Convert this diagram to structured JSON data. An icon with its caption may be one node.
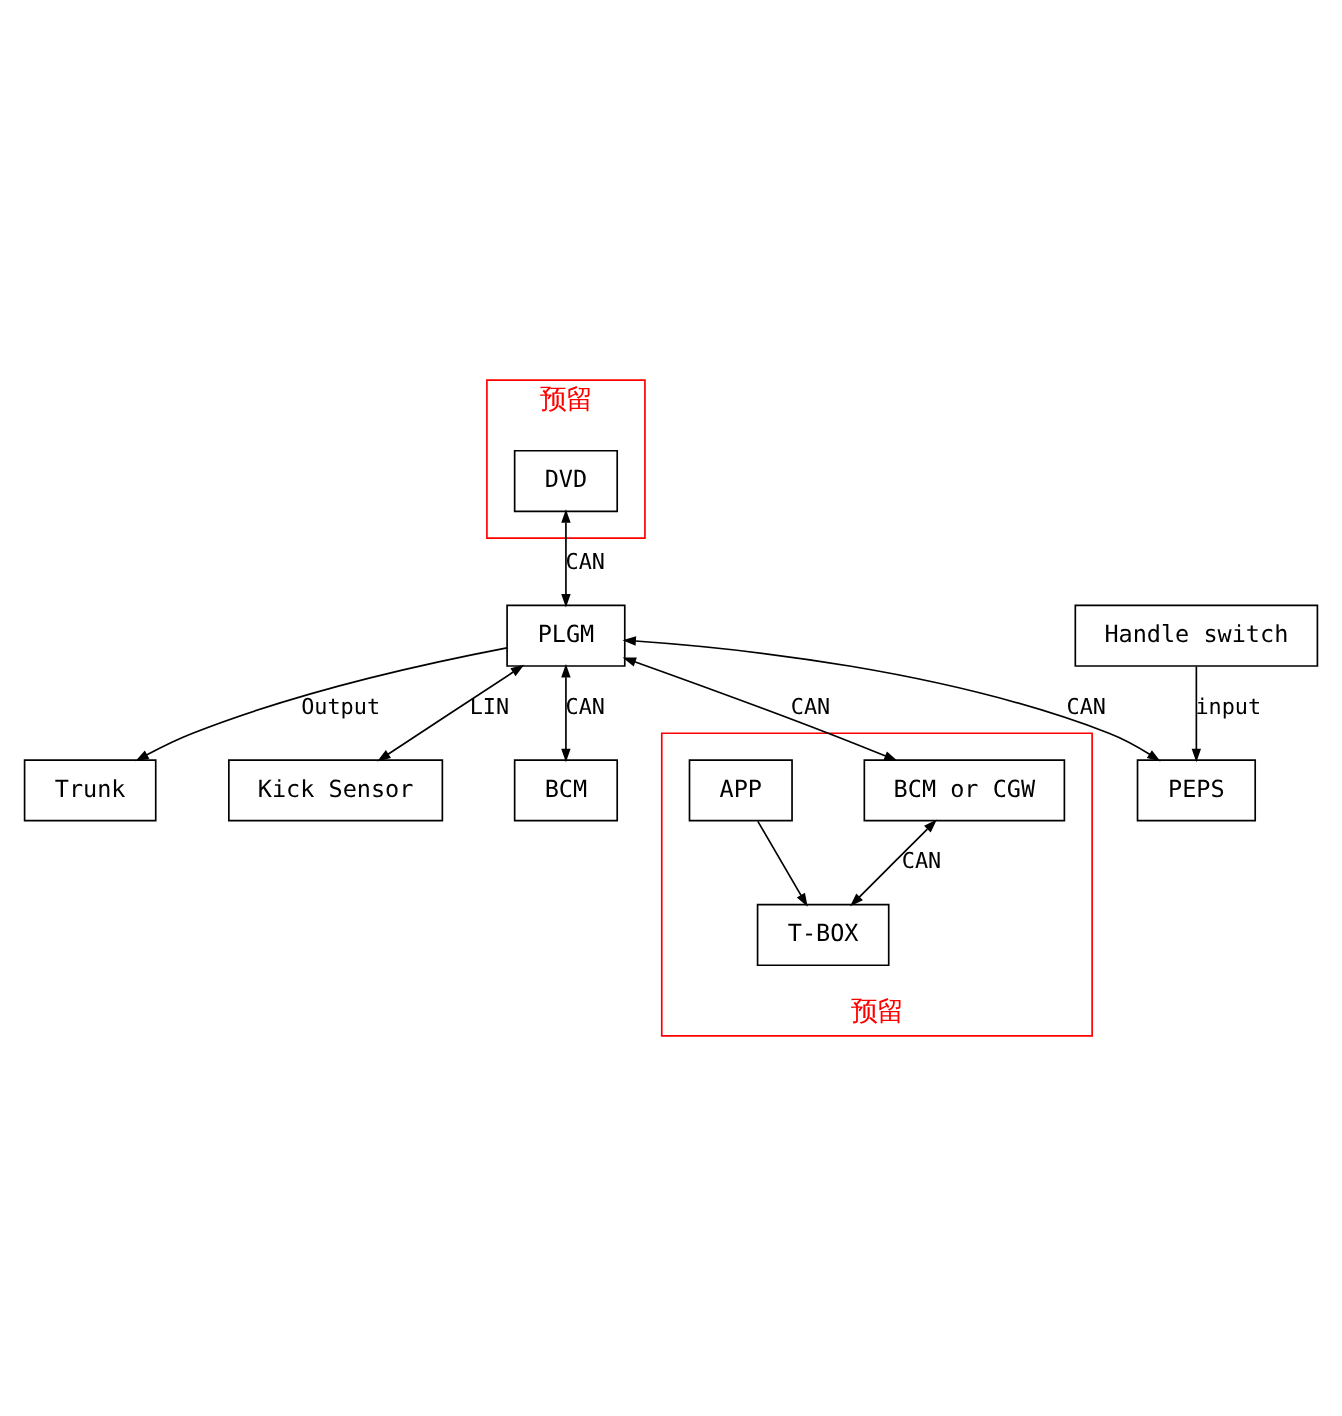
{
  "diagram": {
    "nodes": [
      {
        "text": [
          "预留"
        ]
      },
      {
        "text": [
          "DVD"
        ],
        "in": 0
      },
      {
        "text": [
          "Handle switch"
        ]
      },
      {
        "text": [
          "PEPS"
        ]
      },
      {
        "text": [
          "PLGM"
        ]
      },
      {
        "text": [
          "Trunk"
        ]
      },
      {
        "text": [
          "Kick Sensor"
        ]
      },
      {
        "text": [
          "BCM"
        ]
      },
      {
        "text": [
          "预留"
        ]
      },
      {
        "text": [
          "BCM or CGW"
        ],
        "in": 8
      },
      {
        "text": [
          "T-BOX"
        ],
        "in": 8
      },
      {
        "text": [
          "APP"
        ],
        "in": 8
      }
    ],
    "edges": [
      {
        "from": 2,
        "to": 3,
        "arrow": "to",
        "label": "input"
      },
      {
        "from": 4,
        "to": 3,
        "arrow": "both",
        "label": "CAN"
      },
      {
        "from": 1,
        "to": 4,
        "arrow": "both",
        "label": "CAN"
      },
      {
        "from": 4,
        "to": 5,
        "arrow": "to",
        "label": "Output"
      },
      {
        "from": 4,
        "to": 6,
        "arrow": "both",
        "label": "LIN"
      },
      {
        "from": 4,
        "to": 7,
        "arrow": "both",
        "label": "CAN"
      },
      {
        "from": 4,
        "to": 9,
        "arrow": "both",
        "label": "CAN"
      },
      {
        "from": 9,
        "to": 10,
        "arrow": "both",
        "label": "CAN"
      },
      {
        "from": 11,
        "to": 10,
        "arrow": "to"
      }
    ]
  }
}
